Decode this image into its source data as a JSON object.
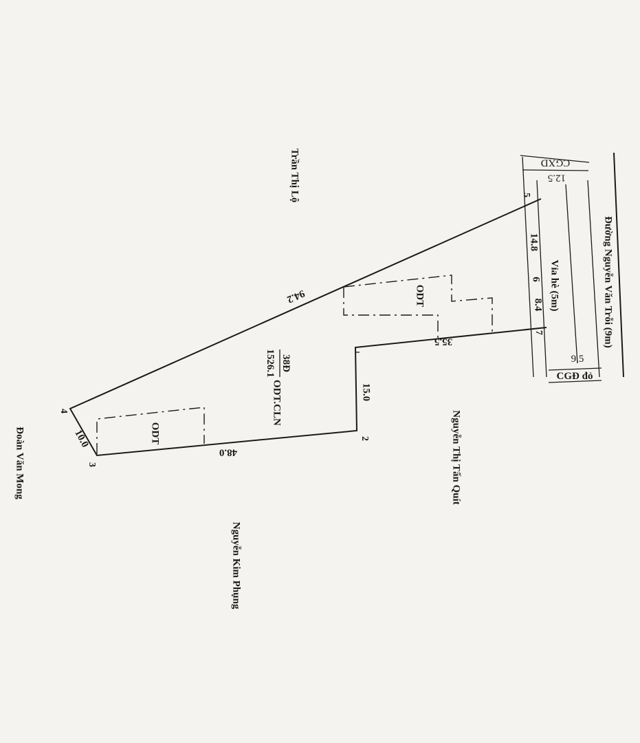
{
  "road": {
    "name": "Đường Nguyễn Văn Trỗi (9m)"
  },
  "sidewalk": {
    "name": "Vỉa hè (5m)"
  },
  "setbacks": {
    "cgxd": "CGXD",
    "cgxd_value": "12.5",
    "cgd": "CGĐ đỏ",
    "cgd_value": "9.5"
  },
  "frontage": {
    "seg1": "14.8",
    "seg2": "6",
    "seg3": "8.4"
  },
  "points": [
    "2",
    "3",
    "4",
    "5",
    "7"
  ],
  "edges": {
    "e_7_1": "35.5",
    "e_1_2": "15.0",
    "e_2_3": "48.0",
    "e_3_4": "10.0",
    "e_4_5": "94.2"
  },
  "parcel": {
    "number": "38Đ",
    "use": "ODT.CLN",
    "area": "1526.1"
  },
  "buildings": [
    "ODT",
    "ODT"
  ],
  "neighbors": {
    "top": "Trần Thị Lộ",
    "right": "Nguyễn Thị Tấn Quít",
    "bottom": "Nguyễn Kim Phụng",
    "bottom_left": "Đoàn Văn Mong"
  }
}
